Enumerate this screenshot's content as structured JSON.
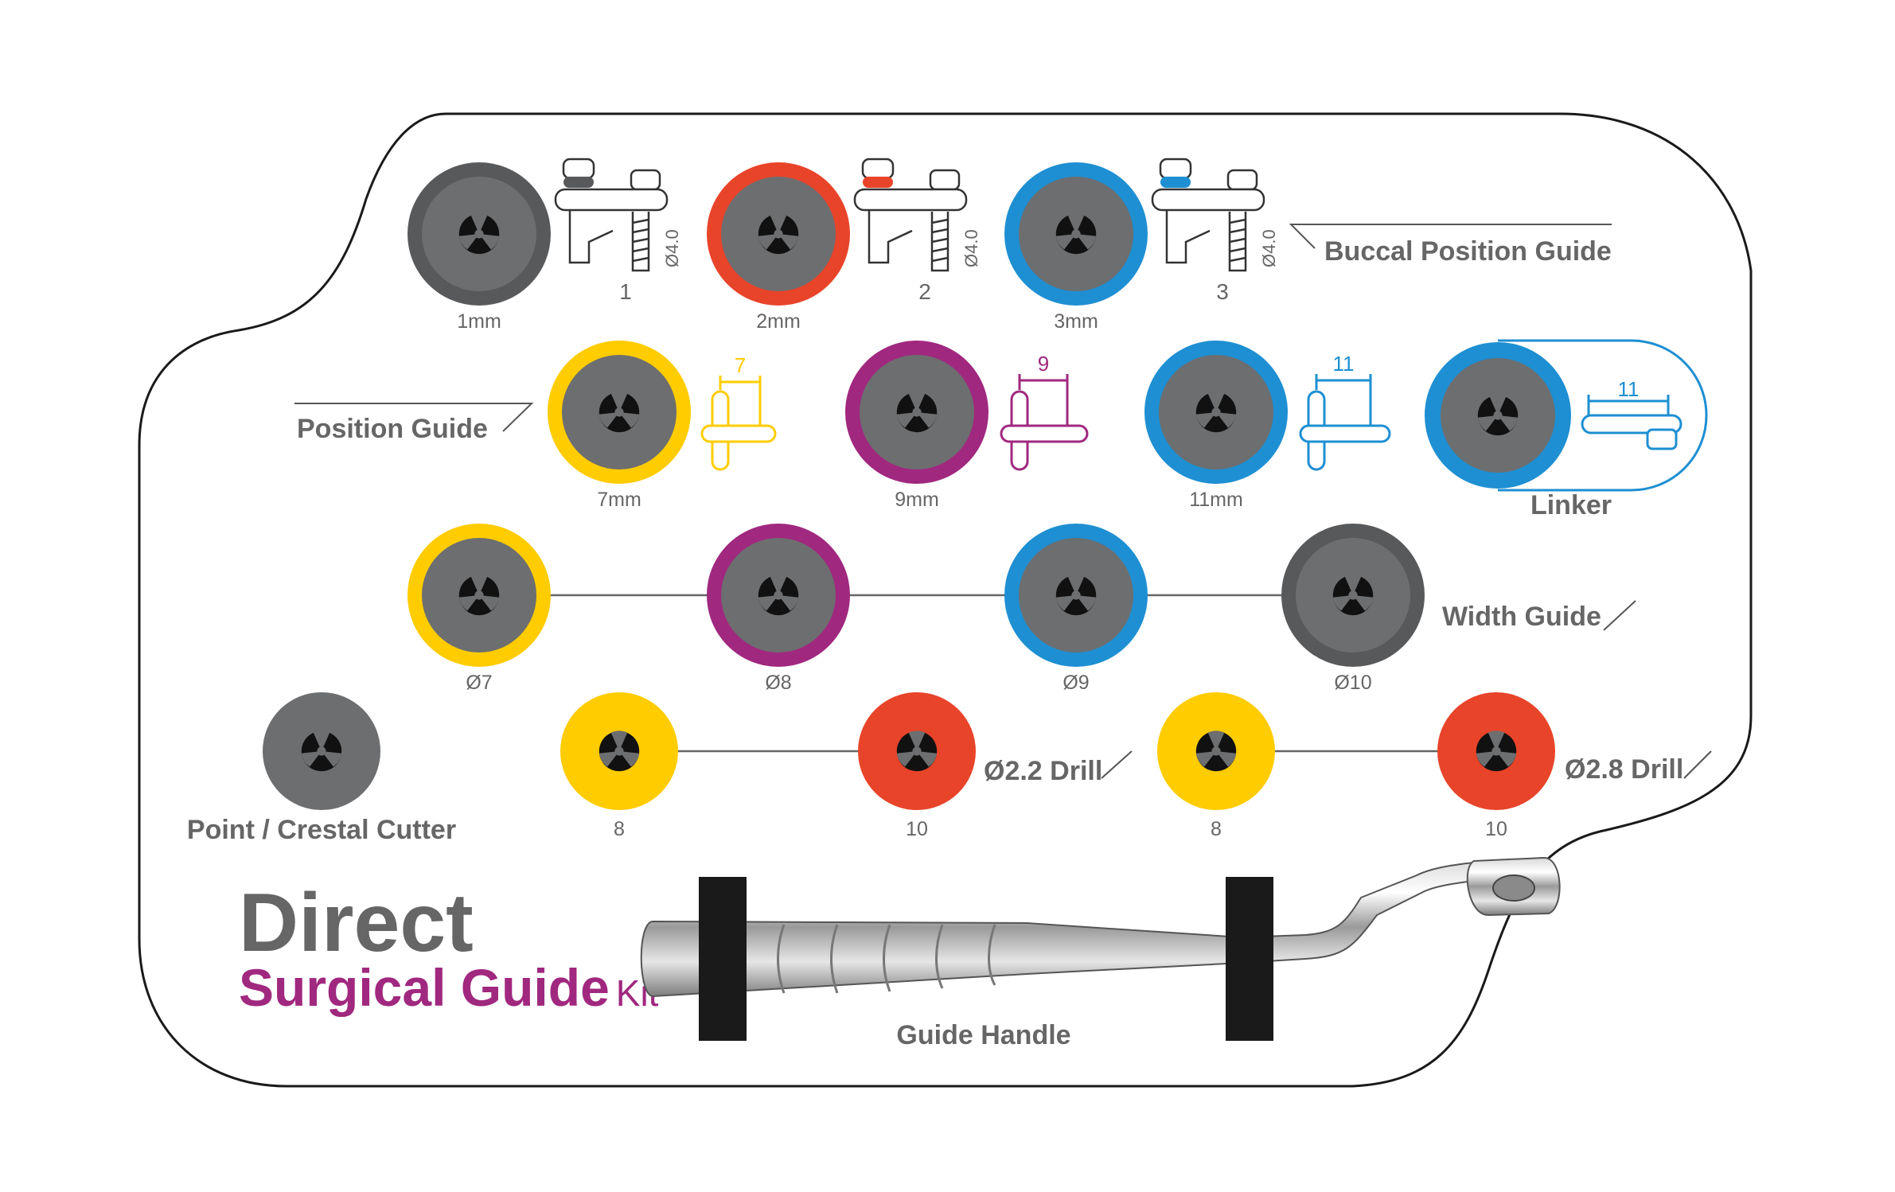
{
  "colors": {
    "gray_dark": "#6d6e70",
    "gray_ring": "#58595b",
    "red": "#e8442a",
    "blue": "#1e8fd2",
    "yellow": "#ffcc00",
    "purple": "#a0287f",
    "label_gray": "#666666"
  },
  "buccal": {
    "title": "Buccal Position Guide",
    "items": [
      {
        "label": "1mm",
        "number": "1",
        "diameter": "Ø4.0",
        "color": "#58595b"
      },
      {
        "label": "2mm",
        "number": "2",
        "diameter": "Ø4.0",
        "color": "#e8442a"
      },
      {
        "label": "3mm",
        "number": "3",
        "diameter": "Ø4.0",
        "color": "#1e8fd2"
      }
    ]
  },
  "position": {
    "title": "Position Guide",
    "items": [
      {
        "label": "7mm",
        "dim": "7",
        "color": "#ffcc00"
      },
      {
        "label": "9mm",
        "dim": "9",
        "color": "#a0287f"
      },
      {
        "label": "11mm",
        "dim": "11",
        "color": "#1e8fd2"
      }
    ],
    "linker": {
      "label": "Linker",
      "dim": "11",
      "color": "#1e8fd2"
    }
  },
  "width": {
    "title": "Width Guide",
    "items": [
      {
        "label": "Ø7",
        "color": "#ffcc00"
      },
      {
        "label": "Ø8",
        "color": "#a0287f"
      },
      {
        "label": "Ø9",
        "color": "#1e8fd2"
      },
      {
        "label": "Ø10",
        "color": "#58595b"
      }
    ]
  },
  "cutter": {
    "label": "Point / Crestal Cutter"
  },
  "drills": [
    {
      "title": "Ø2.2 Drill",
      "items": [
        {
          "label": "8",
          "color": "#ffcc00"
        },
        {
          "label": "10",
          "color": "#e8442a"
        }
      ]
    },
    {
      "title": "Ø2.8 Drill",
      "items": [
        {
          "label": "8",
          "color": "#ffcc00"
        },
        {
          "label": "10",
          "color": "#e8442a"
        }
      ]
    }
  ],
  "brand": {
    "line1": "Direct",
    "line2": "Surgical Guide",
    "line3": "Kit"
  },
  "handle": {
    "label": "Guide Handle"
  }
}
